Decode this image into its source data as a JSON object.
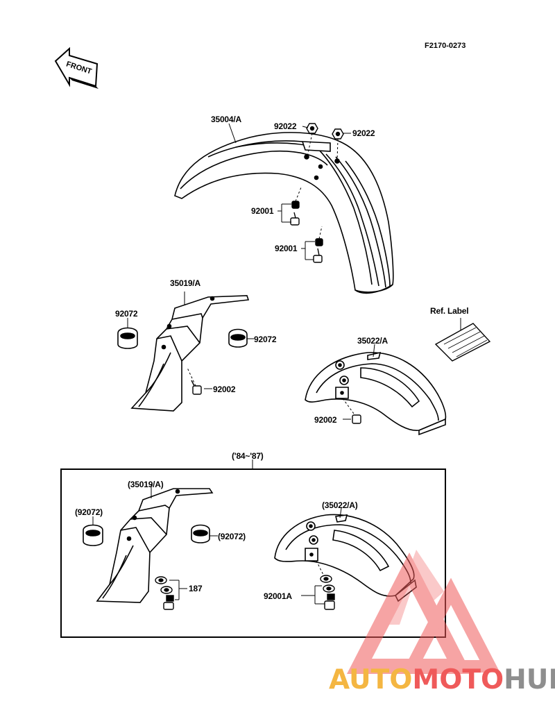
{
  "figure_id": "F2170-0273",
  "front_arrow_text": "FRONT",
  "labels": {
    "front_fender": "35004/A",
    "nut_left": "92022",
    "nut_right": "92022",
    "bolt_upper": "92001",
    "bolt_lower": "92001",
    "front_flap": "35019/A",
    "clamp_left": "92072",
    "clamp_right": "92072",
    "flap_bolt": "92002",
    "ref_label": "Ref. Label",
    "rear_fender": "35022/A",
    "rear_bolt": "92002",
    "year_range": "('84~'87)",
    "box_flap": "(35019/A)",
    "box_clamp_left": "(92072)",
    "box_clamp_right": "(92072)",
    "box_washer": "187",
    "box_rear_fender": "(35022/A)",
    "box_bolt": "92001A"
  },
  "watermark": {
    "part_auto": "AUTO",
    "part_moto": "MOTO",
    "part_hub": "HUB",
    "colors": {
      "auto": "#f4b642",
      "moto": "#ef5a5a",
      "hub": "#8e8e8e",
      "triangle": "#ef5a5a"
    }
  }
}
